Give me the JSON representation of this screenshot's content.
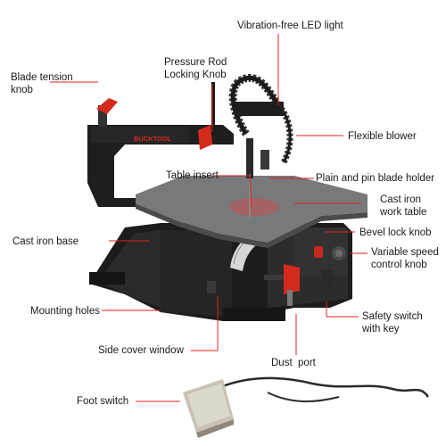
{
  "brand": "BUCKTOOL",
  "colors": {
    "leader": "#e0201f",
    "body": "#1e1e1e",
    "accent_red": "#d42a1e",
    "table": "#7c7e80",
    "pedal": "#d4cfc4"
  },
  "callouts": {
    "vibration_free_led_light": "Vibration-free LED light",
    "pressure_rod_line1": "Pressure Rod",
    "pressure_rod_line2": "Locking Knob",
    "blade_tension_line1": "Blade tension",
    "blade_tension_line2": "knob",
    "flexible_blower": "Flexible blower",
    "table_insert": "Table insert",
    "plain_pin_blade_holder": "Plain and pin blade holder",
    "cast_iron_table_line1": "Cast iron",
    "cast_iron_table_line2": "work table",
    "cast_iron_base": "Cast iron base",
    "bevel_lock_knob": "Bevel lock knob",
    "variable_speed_line1": "Variable speed",
    "variable_speed_line2": "control knob",
    "mounting_holes": "Mounting holes",
    "safety_switch_line1": "Safety switch",
    "safety_switch_line2": "with key",
    "side_cover_window": "Side cover window",
    "dust_port": "Dust  port",
    "foot_switch": "Foot switch"
  }
}
